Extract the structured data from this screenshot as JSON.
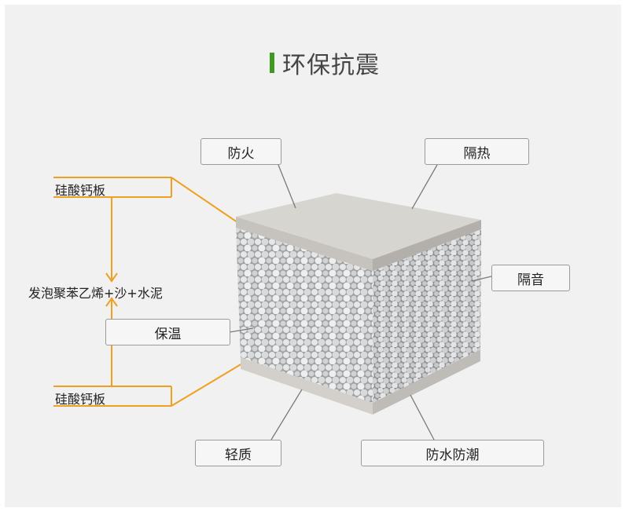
{
  "title": "环保抗震",
  "colors": {
    "accent_green": "#3f9a1e",
    "bracket_orange": "#f0a020",
    "panel_bg": "#f1f1f1"
  },
  "callouts": {
    "fireproof": "防火",
    "heat_insulation": "隔热",
    "sound_insulation": "隔音",
    "thermal_insulation": "保温",
    "lightweight": "轻质",
    "waterproof": "防水防潮"
  },
  "layers": {
    "top_board": "硅酸钙板",
    "core": "发泡聚苯乙烯+沙+水泥",
    "bottom_board": "硅酸钙板"
  }
}
